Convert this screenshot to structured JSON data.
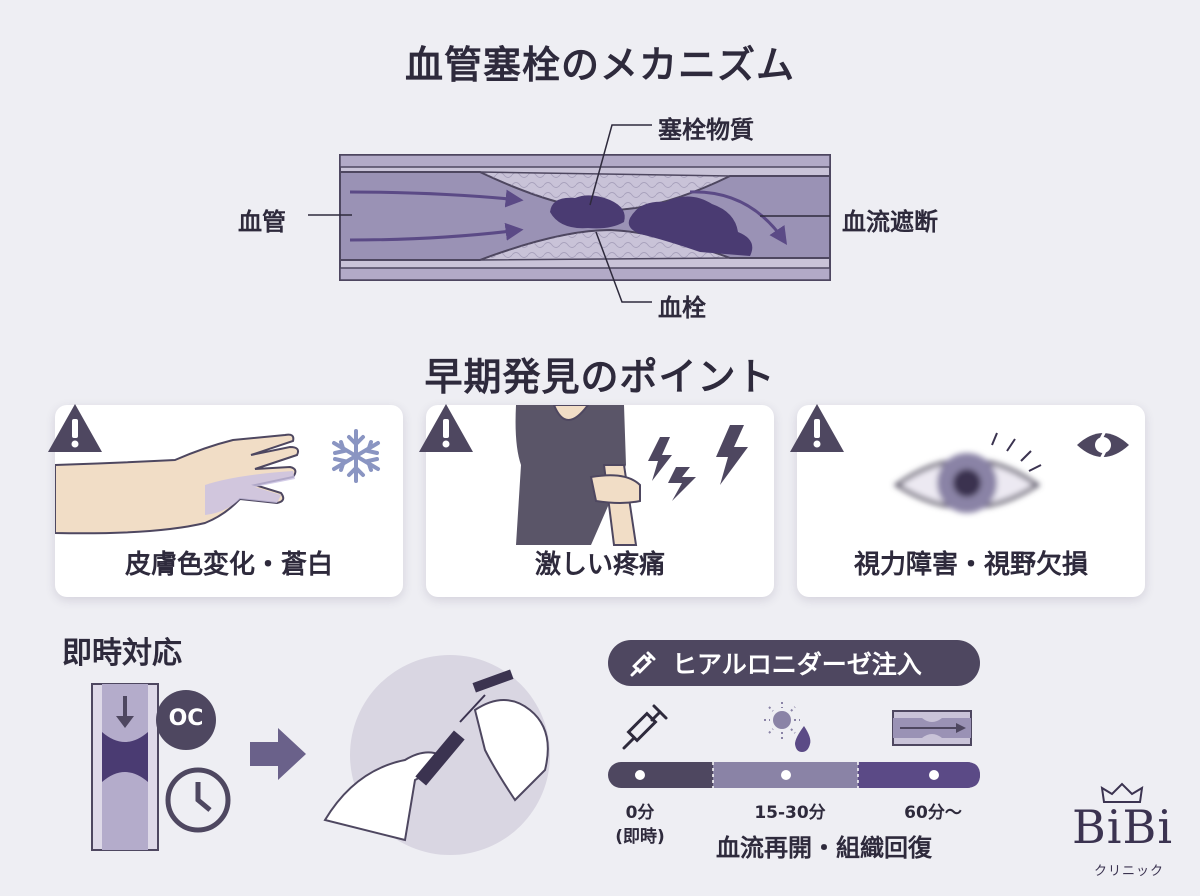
{
  "main_title": "血管塞栓のメカニズム",
  "vessel_labels": {
    "vessel": "血管",
    "embolic_material": "塞栓物質",
    "flow_blocked": "血流遮断",
    "thrombus": "血栓"
  },
  "early_title": "早期発見のポイント",
  "cards": [
    {
      "caption": "皮膚色変化・蒼白",
      "icon": "snowflake-icon"
    },
    {
      "caption": "激しい疼痛",
      "icon": "lightning-icon"
    },
    {
      "caption": "視力障害・視野欠損",
      "icon": "broken-eye-icon"
    }
  ],
  "response_title": "即時対応",
  "oc_badge": "OC",
  "injection_pill": "ヒアルロニダーゼ注入",
  "timeline": {
    "t0": "0分",
    "t0_note": "(即時)",
    "t1": "15-30分",
    "t2": "60分〜",
    "outcome": "血流再開・組織回復"
  },
  "brand": {
    "logo": "BiBi",
    "sub": "クリニック"
  },
  "colors": {
    "accent": "#4e4760",
    "purple": "#5b4a86",
    "light_purple": "#b4accb"
  }
}
